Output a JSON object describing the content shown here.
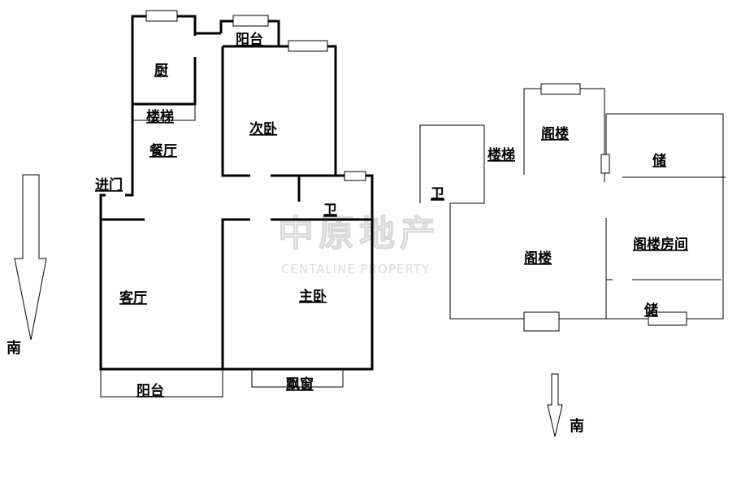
{
  "rooms": {
    "kitchen": "厨",
    "balcony_top": "阳台",
    "stairs_left": "楼梯",
    "second_bedroom": "次卧",
    "dining": "餐厅",
    "entrance": "进门",
    "bathroom": "卫",
    "living": "客厅",
    "master_bedroom": "主卧",
    "balcony_bottom": "阳台",
    "bay_window": "飘窗",
    "loft_bath": "卫",
    "stairs_right": "楼梯",
    "loft_top": "阁楼",
    "storage_top": "储",
    "loft_main": "阁楼",
    "loft_room": "阁楼房间",
    "storage_bottom": "储"
  },
  "compass": {
    "left": "南",
    "right": "南"
  },
  "watermark": {
    "chinese": "中原地产",
    "english": "CENTALINE PROPERTY"
  }
}
